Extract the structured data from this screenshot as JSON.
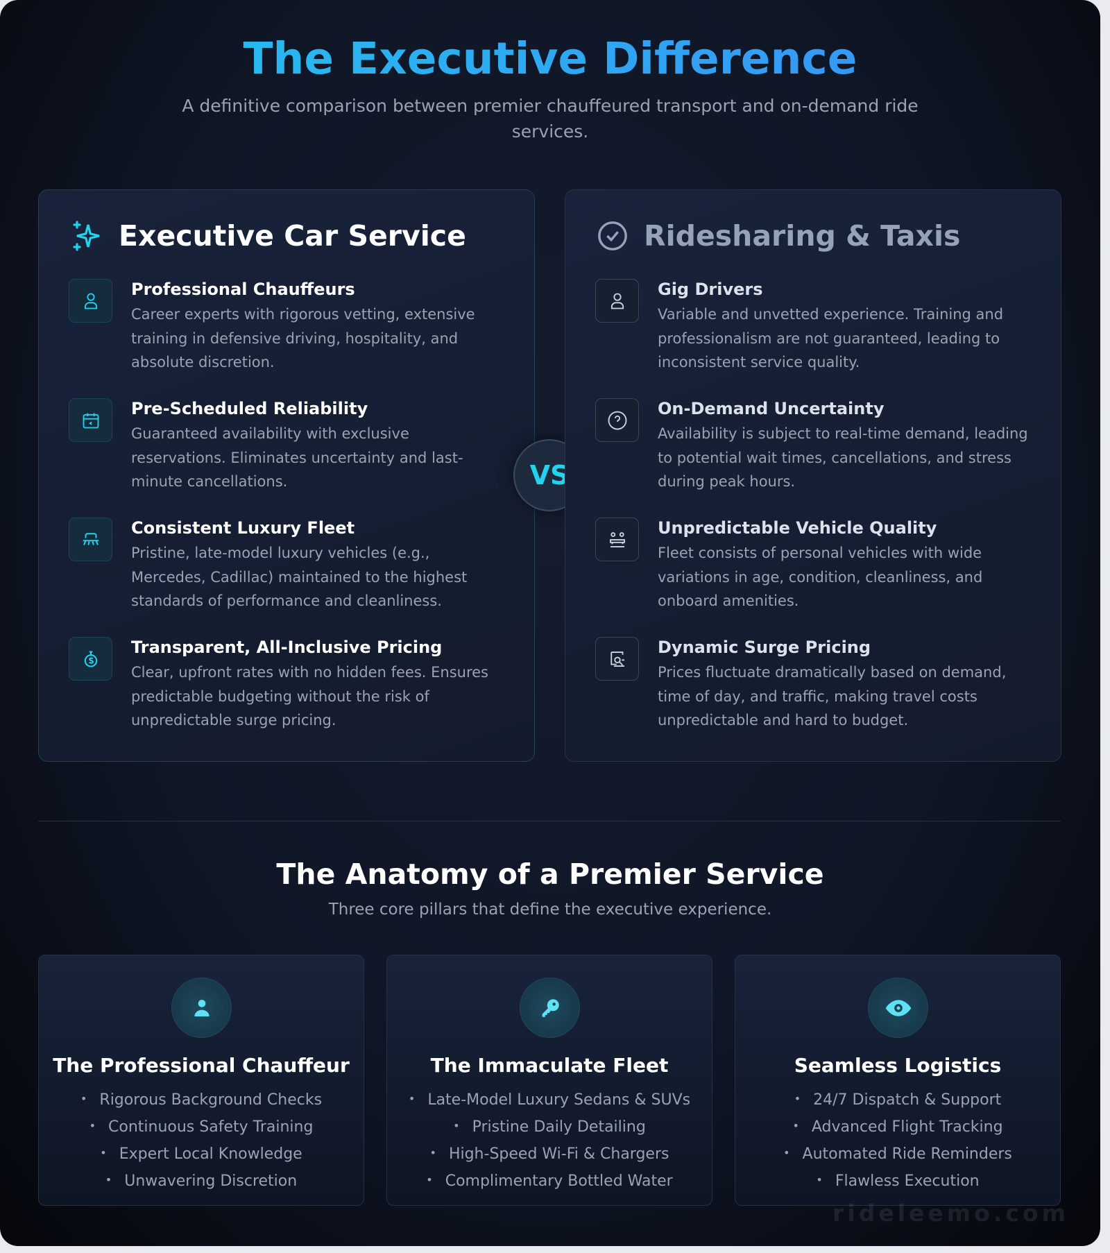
{
  "header": {
    "title": "The Executive Difference",
    "subtitle": "A definitive comparison between premier chauffeured transport and on-demand ride services."
  },
  "colors": {
    "accent": "#22d3ee",
    "title_gradient_start": "#22c5ee",
    "title_gradient_end": "#3b8cf6",
    "muted": "#94a3b8"
  },
  "executive": {
    "title": "Executive Car Service",
    "icon": "sparkles-icon",
    "items": [
      {
        "icon": "user-badge-icon",
        "title": "Professional Chauffeurs",
        "desc": "Career experts with rigorous vetting, extensive training in defensive driving, hospitality, and absolute discretion."
      },
      {
        "icon": "calendar-icon",
        "title": "Pre-Scheduled Reliability",
        "desc": "Guaranteed availability with exclusive reservations. Eliminates uncertainty and last-minute cancellations."
      },
      {
        "icon": "car-icon",
        "title": "Consistent Luxury Fleet",
        "desc": "Pristine, late-model luxury vehicles (e.g., Mercedes, Cadillac) maintained to the highest standards of performance and cleanliness."
      },
      {
        "icon": "dollar-coin-icon",
        "title": "Transparent, All-Inclusive Pricing",
        "desc": "Clear, upfront rates with no hidden fees. Ensures predictable budgeting without the risk of unpredictable surge pricing."
      }
    ]
  },
  "rideshare": {
    "title": "Ridesharing & Taxis",
    "icon": "check-circle-icon",
    "items": [
      {
        "icon": "user-icon",
        "title": "Gig Drivers",
        "desc": "Variable and unvetted experience. Training and professionalism are not guaranteed, leading to inconsistent service quality."
      },
      {
        "icon": "question-circle-icon",
        "title": "On-Demand Uncertainty",
        "desc": "Availability is subject to real-time demand, leading to potential wait times, cancellations, and stress during peak hours."
      },
      {
        "icon": "vehicle-icon",
        "title": "Unpredictable Vehicle Quality",
        "desc": "Fleet consists of personal vehicles with wide variations in age, condition, cleanliness, and onboard amenities."
      },
      {
        "icon": "surge-price-icon",
        "title": "Dynamic Surge Pricing",
        "desc": "Prices fluctuate dramatically based on demand, time of day, and traffic, making travel costs unpredictable and hard to budget."
      }
    ]
  },
  "vs_label": "VS",
  "anatomy": {
    "title": "The Anatomy of a Premier Service",
    "subtitle": "Three core pillars that define the executive experience.",
    "cards": [
      {
        "icon": "person-icon",
        "title": "The Professional Chauffeur",
        "items": [
          "Rigorous Background Checks",
          "Continuous Safety Training",
          "Expert Local Knowledge",
          "Unwavering Discretion"
        ]
      },
      {
        "icon": "key-icon",
        "title": "The Immaculate Fleet",
        "items": [
          "Late-Model Luxury Sedans & SUVs",
          "Pristine Daily Detailing",
          "High-Speed Wi-Fi & Chargers",
          "Complimentary Bottled Water"
        ]
      },
      {
        "icon": "eye-icon",
        "title": "Seamless Logistics",
        "items": [
          "24/7 Dispatch & Support",
          "Advanced Flight Tracking",
          "Automated Ride Reminders",
          "Flawless Execution"
        ]
      }
    ]
  },
  "watermark": "rideleemo.com"
}
